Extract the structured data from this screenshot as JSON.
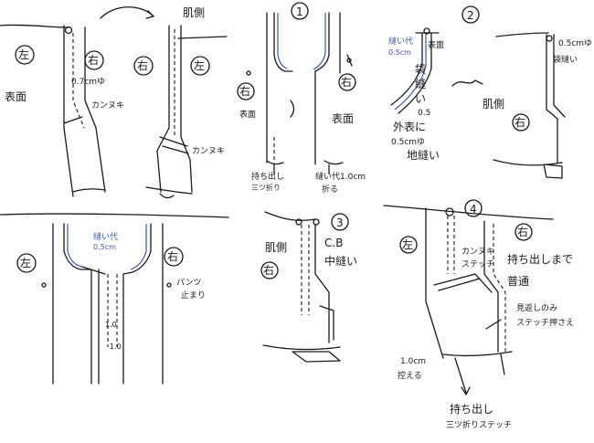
{
  "colors": {
    "ink": "#1a1a1a",
    "blue_note": "#3a5aa8",
    "paper": "#ffffff"
  },
  "panel_tl": {
    "left": "左",
    "right": "右",
    "right2": "右",
    "left2": "左",
    "front": "表面",
    "skin_side": "肌側",
    "seam": "0.7cmゆ",
    "kannuki": "カンヌキ",
    "kannuki2": "カンヌキ"
  },
  "step1": {
    "num": "1",
    "right": "右",
    "right2": "右",
    "front": "表面",
    "front2": "表面",
    "moti1": "持ち出し",
    "moti2": "三ツ折り",
    "nui1": "縫い代1.0cm",
    "nui2": "折る"
  },
  "step2": {
    "num": "2",
    "nui": "縫い代",
    "nui_val": "0.5cm",
    "front": "表面",
    "fukuro1": "袋",
    "fukuro2": "縫",
    "fukuro3": "い",
    "w05": "0.5",
    "outer1": "外表に",
    "outer2": "0.5cmゆ",
    "outer3": "地縫い",
    "skin": "肌側",
    "right": "右",
    "top_val": "0.5cmゆ",
    "top_txt": "袋縫い"
  },
  "panel_bl": {
    "left": "左",
    "right": "右",
    "nui": "縫い代",
    "nui_val": "0.5cm",
    "pants1": "パンツ",
    "pants2": "止まり",
    "m1": "1.0",
    "m2": "1.0"
  },
  "step3": {
    "num": "3",
    "skin": "肌側",
    "right": "右",
    "cb": "C.B",
    "naka": "中縫い"
  },
  "step4": {
    "num": "4",
    "left": "左",
    "right": "右",
    "kan1": "カンヌキ",
    "kan2": "ステッチ",
    "moti_made": "持ち出しまで",
    "futsu": "普通",
    "mikae1": "見返しのみ",
    "mikae2": "ステッチ押さえ",
    "hikae1": "1.0cm",
    "hikae2": "控える",
    "bottom1": "持ち出し",
    "bottom2": "三ツ折りステッチ"
  }
}
